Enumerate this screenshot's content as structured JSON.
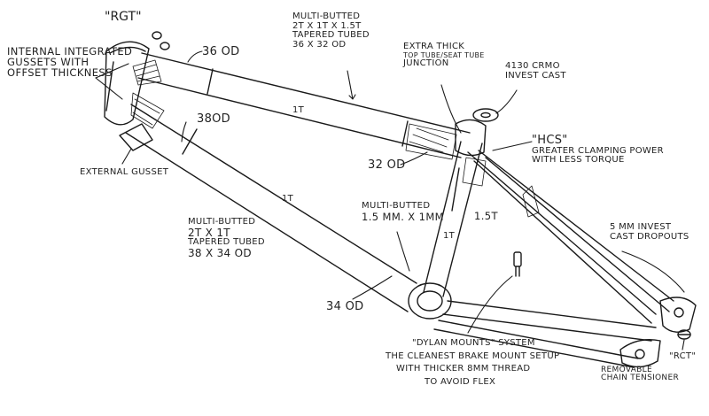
{
  "labels": {
    "rgt": "\"RGT\"",
    "internal": [
      "INTERNAL INTEGRATED",
      "GUSSETS WITH",
      "OFFSET THICKNESS"
    ],
    "external_gusset": "EXTERNAL GUSSET",
    "od36": "36 OD",
    "od38": "38OD",
    "tt": [
      "MULTI-BUTTED",
      "2T X 1T X 1.5T",
      "TAPERED TUBED",
      "36 X 32 OD"
    ],
    "tt_thickness": "1T",
    "dt_thickness": "1T",
    "junction": [
      "EXTRA THICK",
      "TOP TUBE/SEAT TUBE",
      "JUNCTION"
    ],
    "cast": [
      "4130 CRMO",
      "INVEST CAST"
    ],
    "hcs": [
      "\"HCS\"",
      "GREATER CLAMPING POWER",
      "WITH LESS TORQUE"
    ],
    "od32": "32 OD",
    "st": [
      "MULTI-BUTTED",
      "1.5 MM. X 1MM"
    ],
    "st_thickness": "1T",
    "st_top_thickness": "1.5T",
    "dt": [
      "MULTI-BUTTED",
      "2T X 1T",
      "TAPERED TUBED",
      "38 X 34 OD"
    ],
    "od34": "34 OD",
    "dropouts": [
      "5 MM INVEST",
      "CAST DROPOUTS"
    ],
    "dylan": [
      "\"DYLAN MOUNTS\" SYSTEM",
      "THE CLEANEST BRAKE MOUNT SETUP",
      "WITH THICKER 8MM THREAD",
      "TO AVOID FLEX"
    ],
    "rct": "\"RCT\"",
    "tensioner": [
      "REMOVABLE",
      "CHAIN TENSIONER"
    ]
  }
}
